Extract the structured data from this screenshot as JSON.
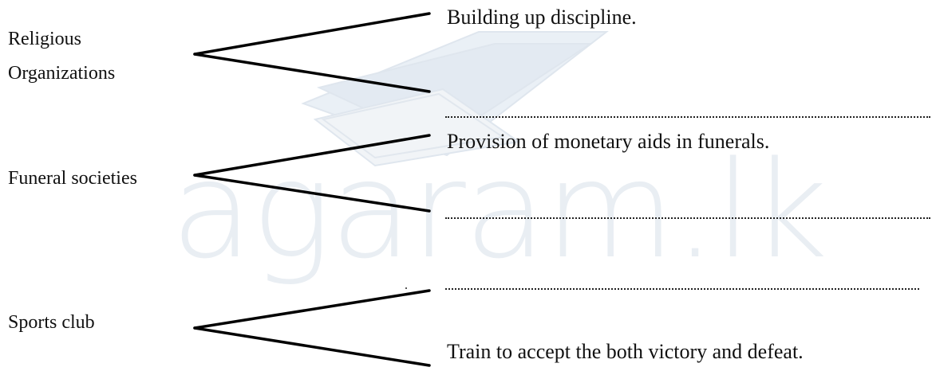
{
  "watermark": {
    "text": "agaram.lk"
  },
  "groups": [
    {
      "label_line1": "Religious",
      "label_line2": "Organizations",
      "answers": [
        "Building up discipline.",
        ""
      ]
    },
    {
      "label": "Funeral societies",
      "answers": [
        "Provision of monetary aids in funerals.",
        ""
      ]
    },
    {
      "label": "Sports club",
      "answers": [
        "",
        "Train to accept the both victory and defeat."
      ]
    }
  ]
}
